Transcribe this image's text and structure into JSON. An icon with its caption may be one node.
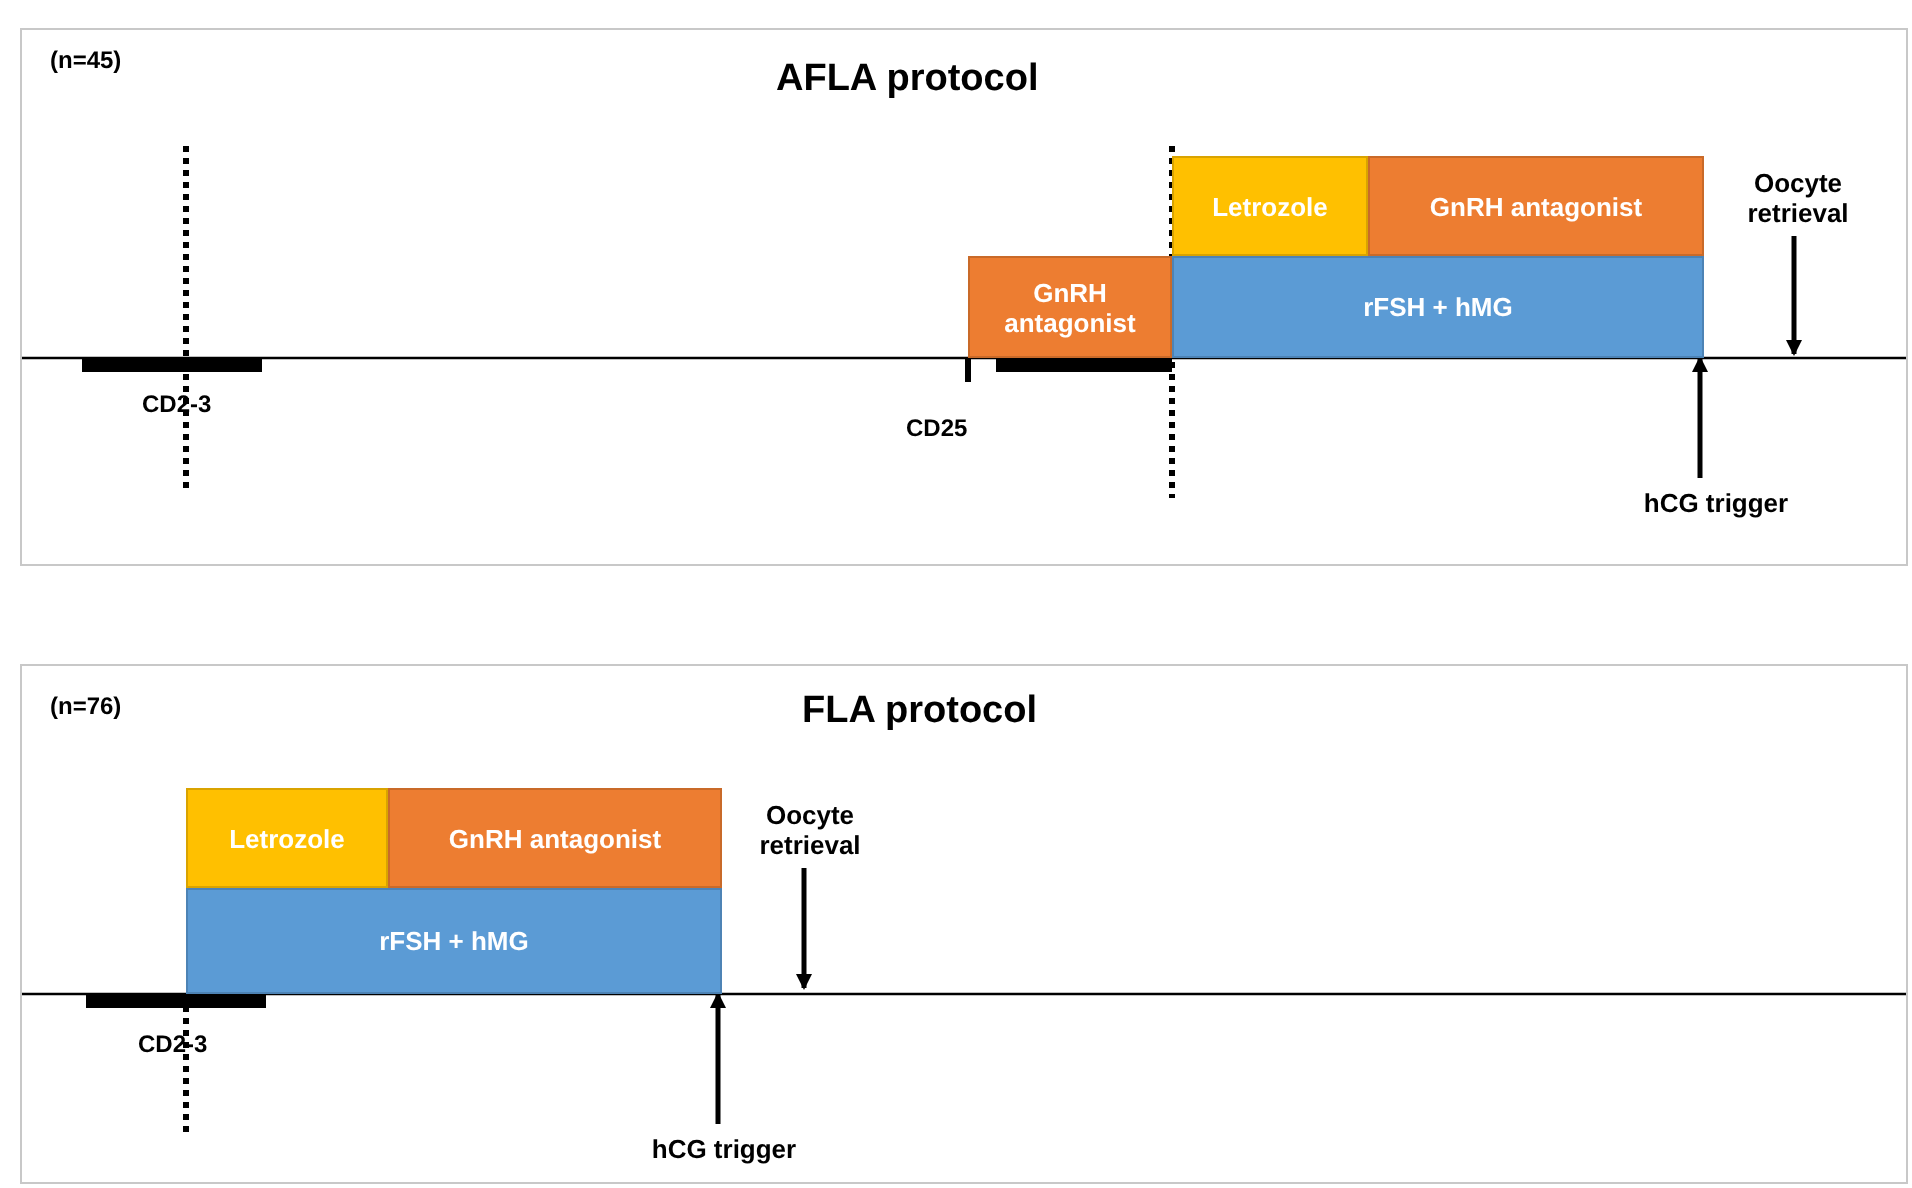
{
  "diagram": {
    "nodes": [
      {
        "text": [
          "AFLA protocol"
        ]
      },
      {
        "text": [
          "GnRH antagonist"
        ],
        "in": 0
      },
      {
        "text": [
          "Letrozole"
        ],
        "in": 0
      },
      {
        "text": [
          "GnRH antagonist"
        ],
        "in": 0
      },
      {
        "text": [
          "rFSH + hMG"
        ],
        "in": 0
      },
      {
        "text": [
          "Oocyte retrieval"
        ],
        "in": 0
      },
      {
        "text": [
          "hCG trigger"
        ],
        "in": 0
      },
      {
        "text": [
          "FLA protocol"
        ]
      },
      {
        "text": [
          "Letrozole"
        ],
        "in": 7
      },
      {
        "text": [
          "GnRH antagonist"
        ],
        "in": 7
      },
      {
        "text": [
          "rFSH + hMG"
        ],
        "in": 7
      },
      {
        "text": [
          "Oocyte retrieval"
        ],
        "in": 7
      },
      {
        "text": [
          "hCG trigger"
        ],
        "in": 7
      }
    ],
    "edges": [
      {
        "from": 5,
        "to": null,
        "arrow": "to"
      },
      {
        "from": 6,
        "to": 4,
        "arrow": "to"
      },
      {
        "from": 11,
        "to": null,
        "arrow": "to"
      },
      {
        "from": 12,
        "to": 10,
        "arrow": "to"
      }
    ],
    "labels": [
      "(n=45)",
      "CD2-3",
      "CD25",
      "(n=76)",
      "CD2-3"
    ]
  }
}
